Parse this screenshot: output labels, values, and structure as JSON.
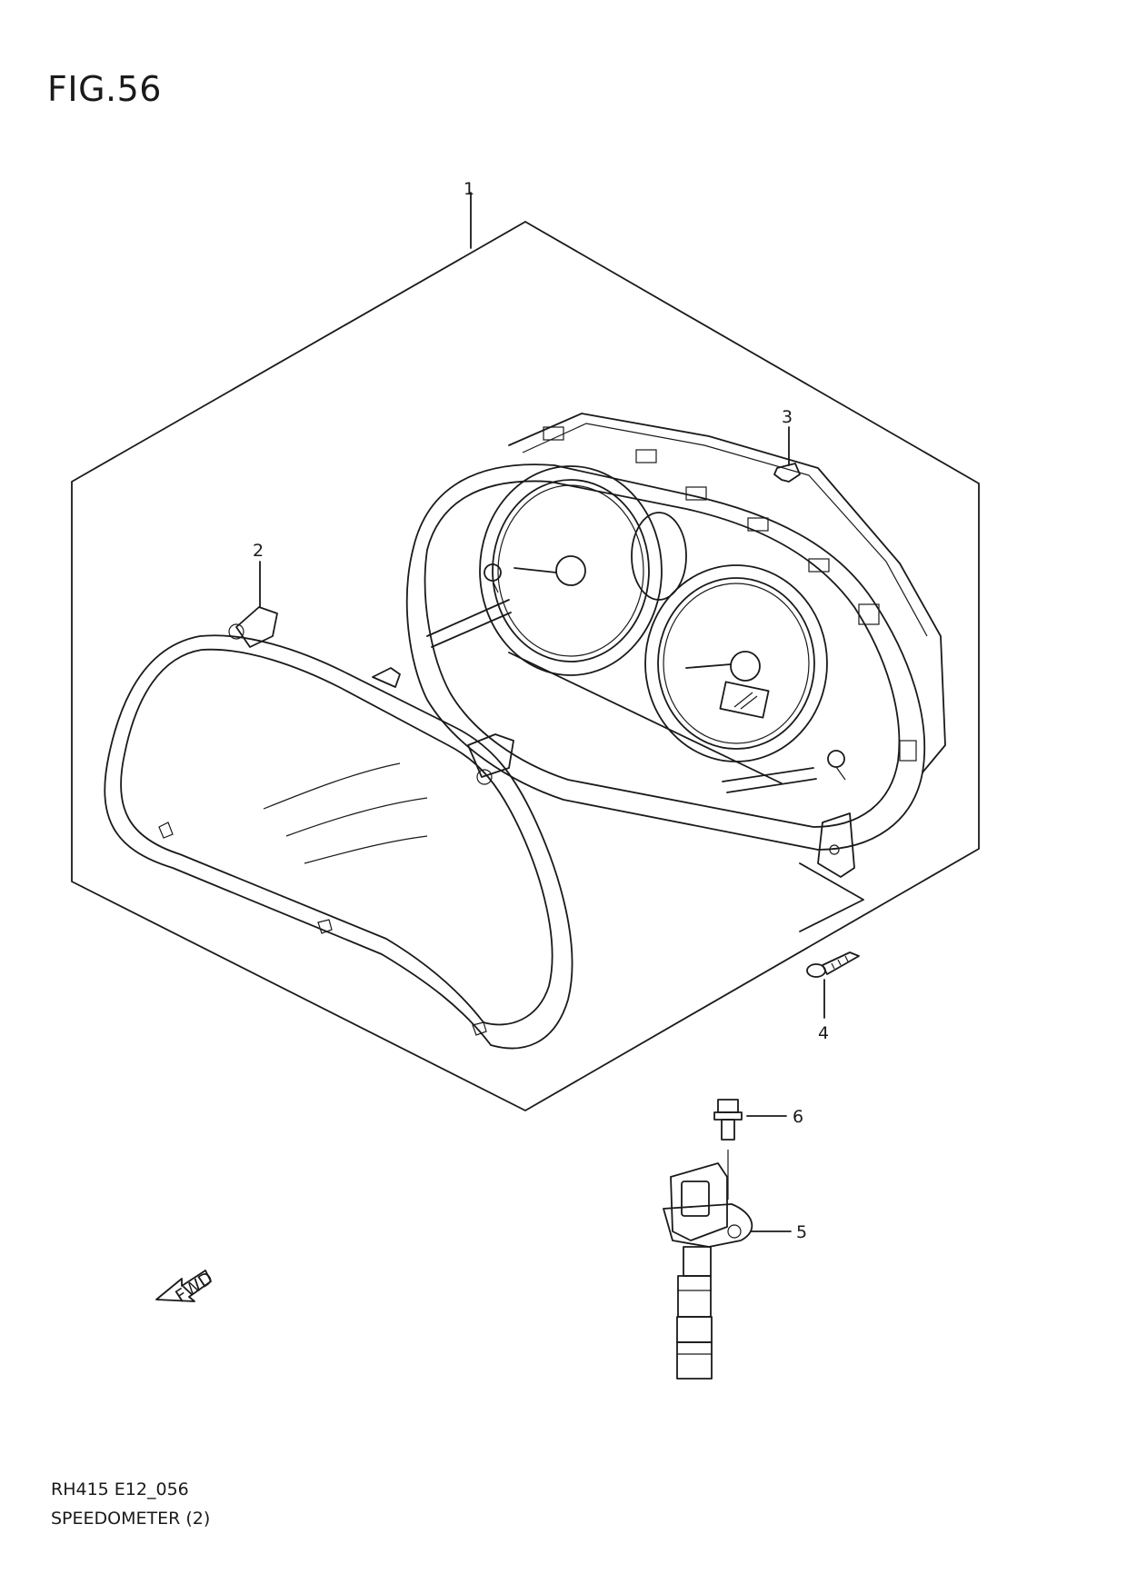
{
  "figure": {
    "title": "FIG.56",
    "code": "RH415 E12_056",
    "name": "SPEEDOMETER (2)"
  },
  "callouts": [
    {
      "id": "1",
      "label": "1"
    },
    {
      "id": "2",
      "label": "2"
    },
    {
      "id": "3",
      "label": "3"
    },
    {
      "id": "4",
      "label": "4"
    },
    {
      "id": "5",
      "label": "5"
    },
    {
      "id": "6",
      "label": "6"
    }
  ],
  "direction_marker": {
    "label": "FWD"
  }
}
